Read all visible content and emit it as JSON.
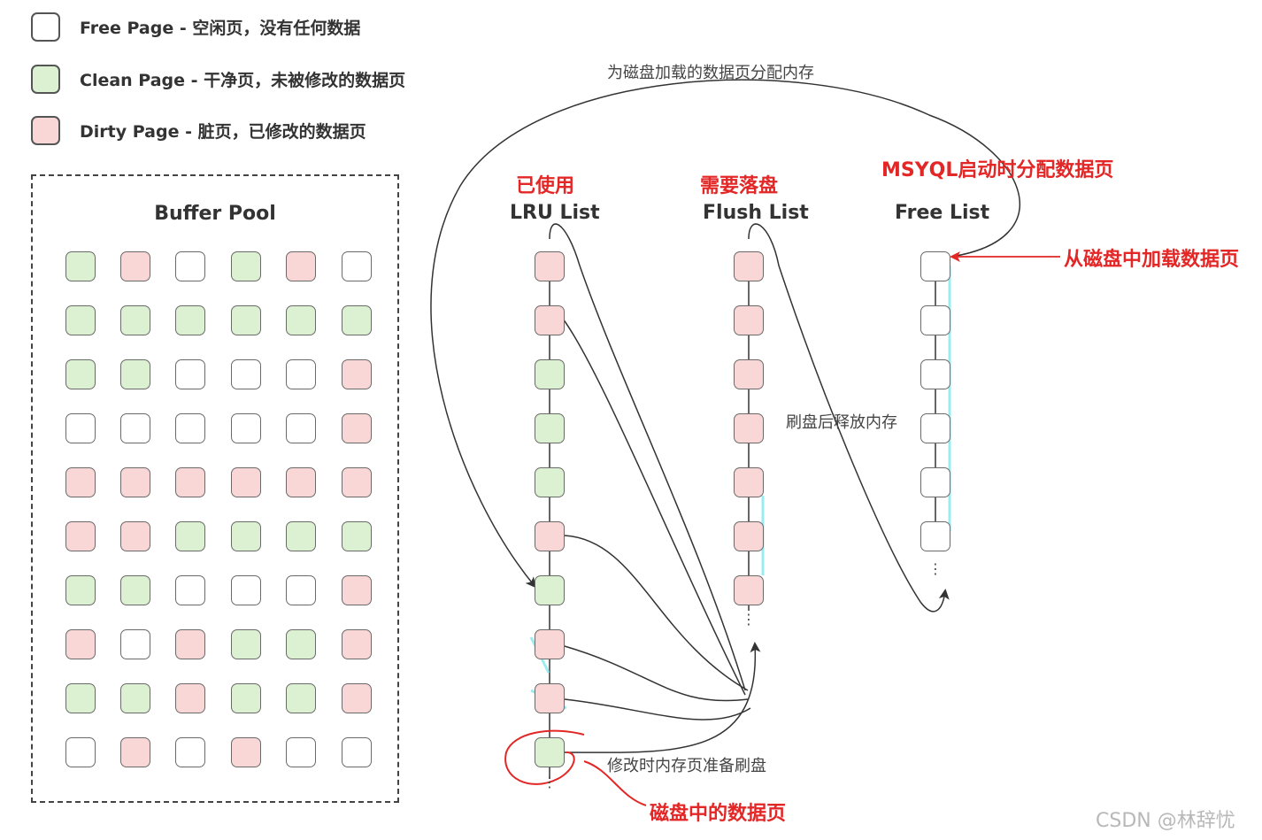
{
  "colors": {
    "free": "#ffffff",
    "clean": "#dcf1d2",
    "dirty": "#f9d7d7",
    "border": "#6a6a6a",
    "red": "#e32626"
  },
  "legend": [
    {
      "label": "Free Page  - 空闲页，没有任何数据",
      "kind": "free"
    },
    {
      "label": "Clean Page - 干净页，未被修改的数据页",
      "kind": "clean"
    },
    {
      "label": "Dirty Page  - 脏页，已修改的数据页",
      "kind": "dirty"
    }
  ],
  "buffer_pool": {
    "title": "Buffer Pool",
    "grid": [
      [
        "C",
        "D",
        "F",
        "C",
        "D",
        "F"
      ],
      [
        "C",
        "C",
        "C",
        "C",
        "C",
        "C"
      ],
      [
        "C",
        "C",
        "F",
        "F",
        "F",
        "D"
      ],
      [
        "F",
        "F",
        "F",
        "F",
        "F",
        "D"
      ],
      [
        "D",
        "D",
        "D",
        "D",
        "D",
        "D"
      ],
      [
        "D",
        "D",
        "C",
        "C",
        "C",
        "C"
      ],
      [
        "C",
        "C",
        "F",
        "F",
        "F",
        "D"
      ],
      [
        "D",
        "F",
        "D",
        "C",
        "C",
        "D"
      ],
      [
        "C",
        "C",
        "D",
        "C",
        "C",
        "D"
      ],
      [
        "F",
        "D",
        "F",
        "D",
        "F",
        "F"
      ]
    ]
  },
  "lists": {
    "lru": {
      "title": "LRU List",
      "tag": "已使用",
      "pages": [
        "D",
        "D",
        "C",
        "C",
        "C",
        "D",
        "C",
        "D",
        "D",
        "C"
      ]
    },
    "flush": {
      "title": "Flush List",
      "tag": "需要落盘",
      "pages": [
        "D",
        "D",
        "D",
        "D",
        "D",
        "D",
        "D"
      ]
    },
    "free": {
      "title": "Free List",
      "tag": "MSYQL启动时分配数据页",
      "pages": [
        "F",
        "F",
        "F",
        "F",
        "F",
        "F"
      ]
    }
  },
  "annotations": {
    "alloc_memory": "为磁盘加载的数据页分配内存",
    "release_memory": "刷盘后释放内存",
    "modify_prepare": "修改时内存页准备刷盘",
    "load_from_disk": "从磁盘中加载数据页",
    "disk_page": "磁盘中的数据页",
    "ellipsis": "⋮"
  },
  "watermark": "CSDN @林辞忧"
}
